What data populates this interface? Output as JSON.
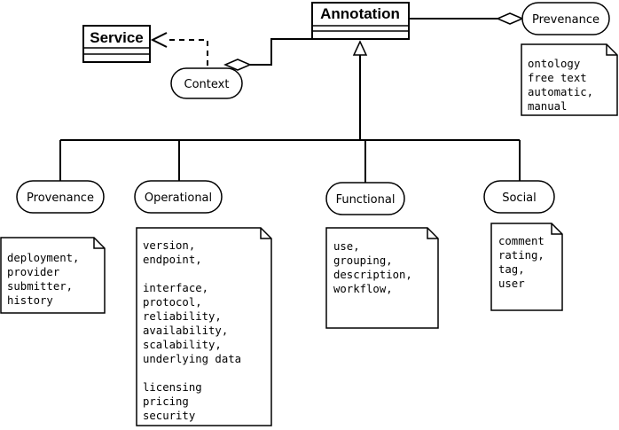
{
  "classes": {
    "annotation": "Annotation",
    "service": "Service"
  },
  "ovals": {
    "context": "Context",
    "prevenance": "Prevenance",
    "provenance": "Provenance",
    "operational": "Operational",
    "functional": "Functional",
    "social": "Social"
  },
  "notes": {
    "prevenance": [
      "ontology",
      "free text",
      "automatic,",
      "manual"
    ],
    "provenance": [
      "deployment,",
      "provider",
      "submitter,",
      "history"
    ],
    "operational": [
      "version,",
      "endpoint,",
      "",
      "interface,",
      "protocol,",
      "reliability,",
      "availability,",
      "scalability,",
      "underlying data",
      "",
      "licensing",
      "pricing",
      "security"
    ],
    "functional": [
      "use,",
      "grouping,",
      "description,",
      "workflow,"
    ],
    "social": [
      "comment",
      "rating,",
      "tag,",
      "user"
    ]
  }
}
